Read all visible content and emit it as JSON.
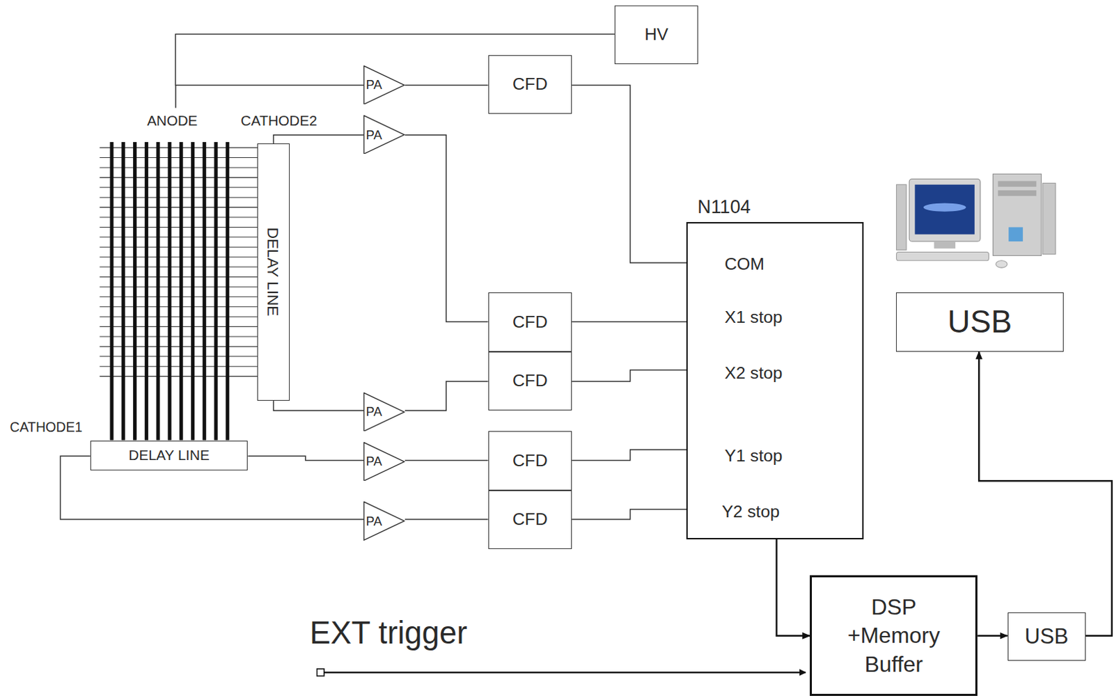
{
  "diagram": {
    "nodes": [
      {
        "text": [
          "HV"
        ]
      },
      {
        "text": [
          "PA"
        ]
      },
      {
        "text": [
          "CFD"
        ]
      },
      {
        "text": [
          "DELAY LINE"
        ]
      },
      {
        "text": [
          "DELAY LINE"
        ]
      },
      {
        "text": [
          "PA"
        ]
      },
      {
        "text": [
          "PA"
        ]
      },
      {
        "text": [
          "PA"
        ]
      },
      {
        "text": [
          "PA"
        ]
      },
      {
        "text": [
          "CFD"
        ]
      },
      {
        "text": [
          "CFD"
        ]
      },
      {
        "text": [
          "CFD"
        ]
      },
      {
        "text": [
          "CFD"
        ]
      },
      {
        "text": [
          "N1104",
          "COM",
          "X1 stop",
          "X2 stop",
          "Y1 stop",
          "Y2 stop"
        ]
      },
      {
        "text": [
          "USB"
        ]
      },
      {
        "text": [
          "DSP +Memory Buffer"
        ]
      },
      {
        "text": [
          "USB"
        ]
      }
    ],
    "edges": [
      {
        "from": 0,
        "to": 1,
        "arrow": "none"
      },
      {
        "from": 1,
        "to": 2,
        "arrow": "none"
      },
      {
        "from": 2,
        "to": 13,
        "arrow": "none"
      },
      {
        "from": 3,
        "to": 5,
        "arrow": "none"
      },
      {
        "from": 3,
        "to": 6,
        "arrow": "none"
      },
      {
        "from": 4,
        "to": 7,
        "arrow": "none"
      },
      {
        "from": 4,
        "to": 8,
        "arrow": "none"
      },
      {
        "from": 5,
        "to": 9,
        "arrow": "none"
      },
      {
        "from": 6,
        "to": 10,
        "arrow": "none"
      },
      {
        "from": 7,
        "to": 11,
        "arrow": "none"
      },
      {
        "from": 8,
        "to": 12,
        "arrow": "none"
      },
      {
        "from": 9,
        "to": 13,
        "arrow": "none"
      },
      {
        "from": 10,
        "to": 13,
        "arrow": "none"
      },
      {
        "from": 11,
        "to": 13,
        "arrow": "none"
      },
      {
        "from": 12,
        "to": 13,
        "arrow": "none"
      },
      {
        "from": 13,
        "to": 15,
        "arrow": "to"
      },
      {
        "from": 15,
        "to": 16,
        "arrow": "to"
      },
      {
        "from": 16,
        "to": 14,
        "arrow": "to"
      }
    ],
    "labels": [
      "ANODE",
      "CATHODE2",
      "CATHODE1",
      "EXT trigger"
    ]
  }
}
